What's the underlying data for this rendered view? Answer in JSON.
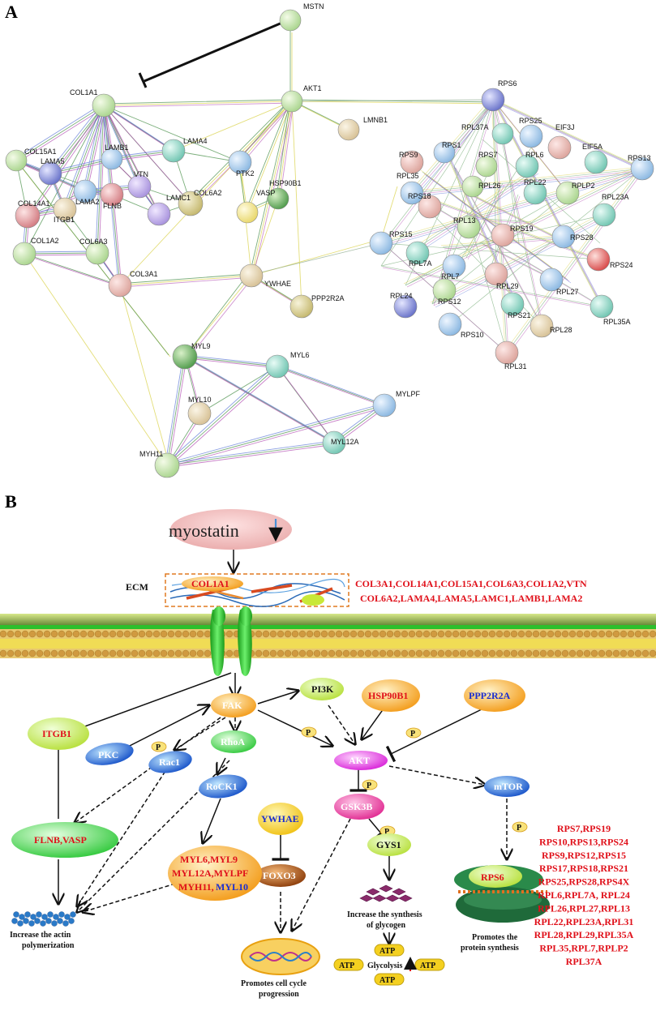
{
  "panel_a": {
    "label": "A",
    "nodes": {
      "MSTN": "MSTN",
      "COL1A1": "COL1A1",
      "AKT1": "AKT1",
      "LMNB1": "LMNB1",
      "COL15A1": "COL15A1",
      "LAMA5": "LAMA5",
      "LAMB1": "LAMB1",
      "LAMA4": "LAMA4",
      "PTK2": "PTK2",
      "LAMA2": "LAMA2",
      "VTN": "VTN",
      "COL14A1": "COL14A1",
      "FLNB": "FLNB",
      "LAMC1": "LAMC1",
      "VASP": "VASP",
      "HSP90B1": "HSP90B1",
      "ITGB1": "ITGB1",
      "COL6A2": "COL6A2",
      "COL1A2": "COL1A2",
      "COL6A3": "COL6A3",
      "COL3A1": "COL3A1",
      "YWHAE": "YWHAE",
      "PPP2R2A": "PPP2R2A",
      "MYL9": "MYL9",
      "MYL6": "MYL6",
      "MYL10": "MYL10",
      "MYLPF": "MYLPF",
      "MYH11": "MYH11",
      "MYL12A": "MYL12A",
      "RPS6": "RPS6",
      "RPS25": "RPS25",
      "RPL37A": "RPL37A",
      "EIF3J": "EIF3J",
      "RPS1": "RPS1",
      "RPS9": "RPS9",
      "RPL6": "RPL6",
      "EIF5A": "EIF5A",
      "RPS13": "RPS13",
      "RPS7": "RPS7",
      "RPL35": "RPL35",
      "RPL26": "RPL26",
      "RPL22": "RPL22",
      "RPLP2": "RPLP2",
      "RPS18": "RPS18",
      "RPL23A": "RPL23A",
      "RPL13": "RPL13",
      "RPS15": "RPS15",
      "RPS19": "RPS19",
      "RPS28": "RPS28",
      "RPS24": "RPS24",
      "RPL7A": "RPL7A",
      "RPL7": "RPL7",
      "RPL29": "RPL29",
      "RPL27": "RPL27",
      "RPS12": "RPS12",
      "RPL24": "RPL24",
      "RPS21": "RPS21",
      "RPL35A": "RPL35A",
      "RPS10": "RPS10",
      "RPL28": "RPL28",
      "RPL31": "RPL31"
    }
  },
  "panel_b": {
    "label": "B",
    "myostatin": "myostatin",
    "ecm": "ECM",
    "col1a1": "COL1A1",
    "ecm_genes_line1": "COL3A1,COL14A1,COL15A1,COL6A3,COL1A2,VTN",
    "ecm_genes_line2": "COL6A2,LAMA4,LAMA5,LAMC1,LAMB1,LAMA2",
    "nodes": {
      "itgb1": "ITGB1",
      "fak": "FAK",
      "pi3k": "PI3K",
      "hsp90b1": "HSP90B1",
      "ppp2r2a": "PPP2R2A",
      "akt": "AKT",
      "pkc": "PKC",
      "rhoa": "RhoA",
      "rac1": "Rac1",
      "rock1": "RoCK1",
      "ywhae": "YWHAE",
      "foxo3": "FOXO3",
      "gsk3b": "GSK3B",
      "gys1": "GYS1",
      "mtor": "mTOR",
      "flnb_vasp": "FLNB,VASP",
      "rps6": "RPS6"
    },
    "phospho": "P",
    "myl_line1_red": "MYL6,MYL9",
    "myl_line2_red": "MYL12A,MYLPF",
    "myl_line3_red": "MYH11,",
    "myl_line3_blue": "MYL10",
    "caption_actin_1": "Increase the actin",
    "caption_actin_2": "polymerization",
    "caption_cycle_1": "Promotes cell cycle",
    "caption_cycle_2": "progression",
    "caption_glycogen_1": "Increase the synthesis",
    "caption_glycogen_2": "of glycogen",
    "caption_protein_1": "Promotes the",
    "caption_protein_2": "protein synthesis",
    "atp": "ATP",
    "glycolysis": "Glycolysis",
    "rps_list": [
      "RPS7,RPS19",
      "RPS10,RPS13,RPS24",
      "RPS9,RPS12,RPS15",
      "RPS17,RPS18,RPS21",
      "RPS25,RPS28,RPS4X",
      "RPL6,RPL7A, RPL24",
      "RPL26,RPL27,RPL13",
      "RPL22,RPL23A,RPL31",
      "RPL28,RPL29,RPL35A",
      "RPL35,RPL7,RPLP2",
      "RPL37A"
    ],
    "colors": {
      "red": "#e0101a",
      "blue": "#1a2ed0",
      "orange": "#f7a21b",
      "magenta": "#e830e0",
      "green": "#44d044"
    }
  }
}
